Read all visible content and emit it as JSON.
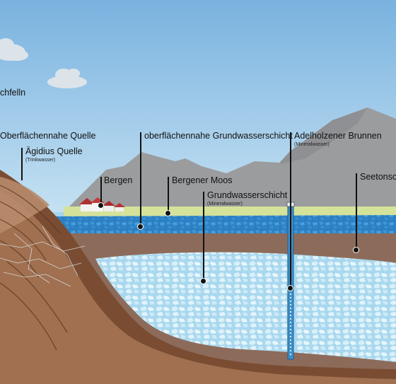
{
  "labels": {
    "schachfelln": {
      "text": "chfelln"
    },
    "oberflaechennahe_quelle": {
      "text": "Oberflächennahe Quelle"
    },
    "aegidius_quelle": {
      "text": "Ägidius Quelle",
      "sub": "(Trinkwasser)"
    },
    "bergen": {
      "text": "Bergen"
    },
    "oberflaechennahe_grundwasser": {
      "text": "oberflächennahe Grundwasserschicht"
    },
    "bergener_moos": {
      "text": "Bergener Moos"
    },
    "grundwasserschicht": {
      "text": "Grundwasserschicht",
      "sub": "(Mineralwasser)"
    },
    "adelholzener_brunnen": {
      "text": "Adelholzener Brunnen",
      "sub": "(Mineralwasser)"
    },
    "seeton": {
      "text": "Seetonsch"
    }
  },
  "colors": {
    "sky": "#a9d3ee",
    "mountain": "#9b9c9e",
    "meadow": "#d5e29a",
    "shallow_aquifer": "#2f86c9",
    "clay": "#8d6b5a",
    "deep_aquifer": "#bfe3f3",
    "rock": "#8a5a3c",
    "well": "#3f8fc7"
  }
}
